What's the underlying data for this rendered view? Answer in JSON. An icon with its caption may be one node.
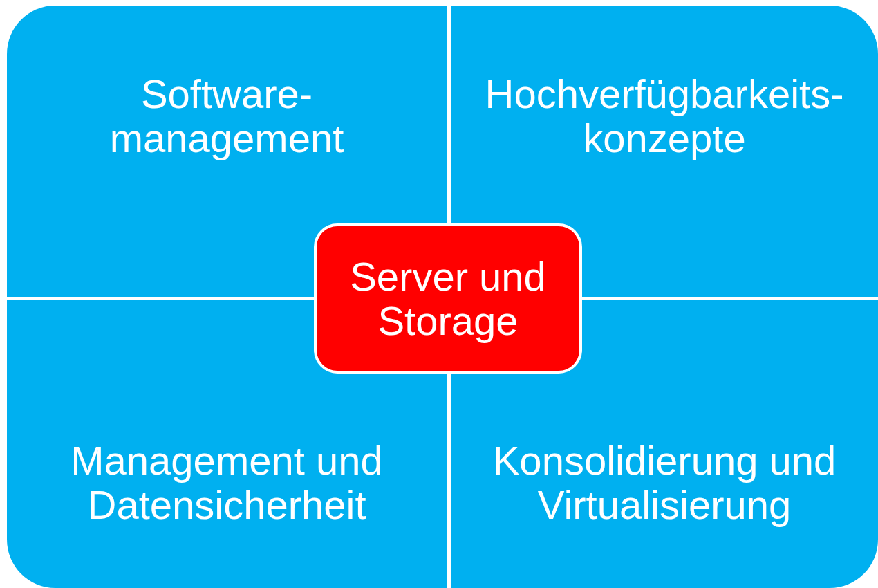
{
  "diagram": {
    "nodes": [
      {
        "text": [
          "Software-management"
        ]
      },
      {
        "text": [
          "Hochverfügbarkeits-konzepte"
        ]
      },
      {
        "text": [
          "Management und Datensicherheit"
        ]
      },
      {
        "text": [
          "Konsolidierung und Virtualisierung"
        ]
      },
      {
        "text": [
          "Server und Storage"
        ]
      }
    ]
  }
}
